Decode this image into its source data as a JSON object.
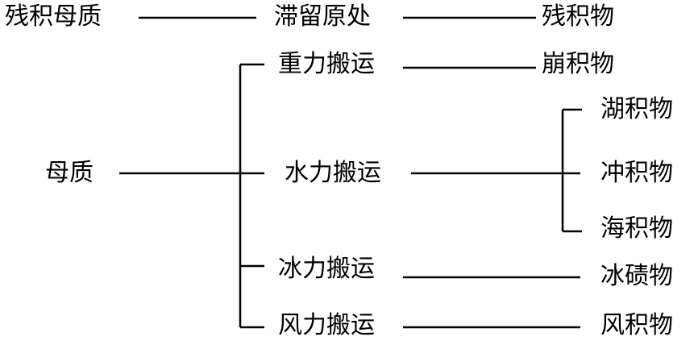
{
  "residual": {
    "parent": "残积母质",
    "process": "滞留原处",
    "deposit": "残积物"
  },
  "transported": {
    "parent": "母质",
    "gravity": {
      "process": "重力搬运",
      "deposit": "崩积物"
    },
    "water": {
      "process": "水力搬运",
      "deposits": [
        "湖积物",
        "冲积物",
        "海积物"
      ]
    },
    "ice": {
      "process": "冰力搬运",
      "deposit": "冰碛物"
    },
    "wind": {
      "process": "风力搬运",
      "deposit": "风积物"
    }
  }
}
